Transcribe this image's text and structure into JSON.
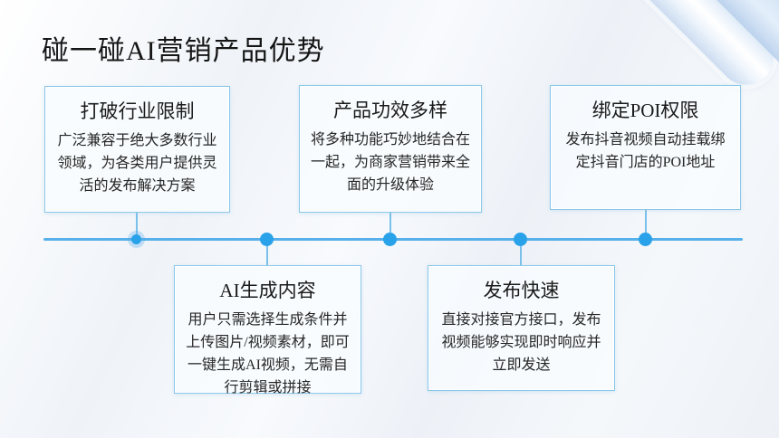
{
  "slide": {
    "title": "碰一碰AI营销产品优势"
  },
  "features": [
    {
      "title": "打破行业限制",
      "body": "广泛兼容于绝大多数行业领域，为各类用户提供灵活的发布解决方案",
      "position": "above-timeline"
    },
    {
      "title": "AI生成内容",
      "body": "用户只需选择生成条件并上传图片/视频素材，即可一键生成AI视频，无需自行剪辑或拼接",
      "position": "below-timeline"
    },
    {
      "title": "产品功效多样",
      "body": "将多种功能巧妙地结合在一起，为商家营销带来全面的升级体验",
      "position": "above-timeline"
    },
    {
      "title": "发布快速",
      "body": "直接对接官方接口，发布视频能够实现即时响应并立即发送",
      "position": "below-timeline"
    },
    {
      "title": "绑定POI权限",
      "body": "发布抖音视频自动挂载绑定抖音门店的POI地址",
      "position": "above-timeline"
    }
  ],
  "timeline": {
    "dot_count": 5
  },
  "colors": {
    "accent_dot": "#29a2ea",
    "timeline_line": "#58b0ea",
    "card_border": "#8cc7e8",
    "title_text": "#151515",
    "body_text": "#262626",
    "background_base": "#eff3f8"
  }
}
